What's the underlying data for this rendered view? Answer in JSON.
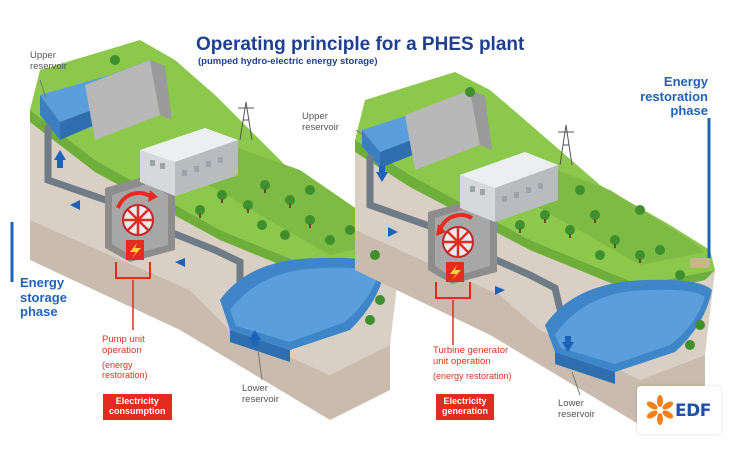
{
  "title": "Operating principle for a PHES plant",
  "subtitle": "(pumped hydro-electric energy storage)",
  "left_panel": {
    "upper_reservoir": "Upper\nreservoir",
    "phase": "Energy\nstorage\nphase",
    "operation": "Pump unit\noperation",
    "operation_note": "(energy\nrestoration)",
    "badge": "Electricity\nconsumption",
    "lower_reservoir": "Lower\nreservoir"
  },
  "right_panel": {
    "upper_reservoir": "Upper\nreservoir",
    "phase": "Energy\nrestoration\nphase",
    "operation": "Turbine generator\nunit operation",
    "operation_note": "(energy restoration)",
    "badge": "Electricity\ngeneration",
    "lower_reservoir": "Lower\nreservoir"
  },
  "logo": {
    "text": "EDF"
  },
  "colors": {
    "title_blue": "#1f3f8f",
    "phase_blue": "#1f63b8",
    "accent_red": "#e42b1f",
    "water": "#3f86c8",
    "grass": "#8cc84b",
    "logo_orange": "#f07f1e"
  }
}
